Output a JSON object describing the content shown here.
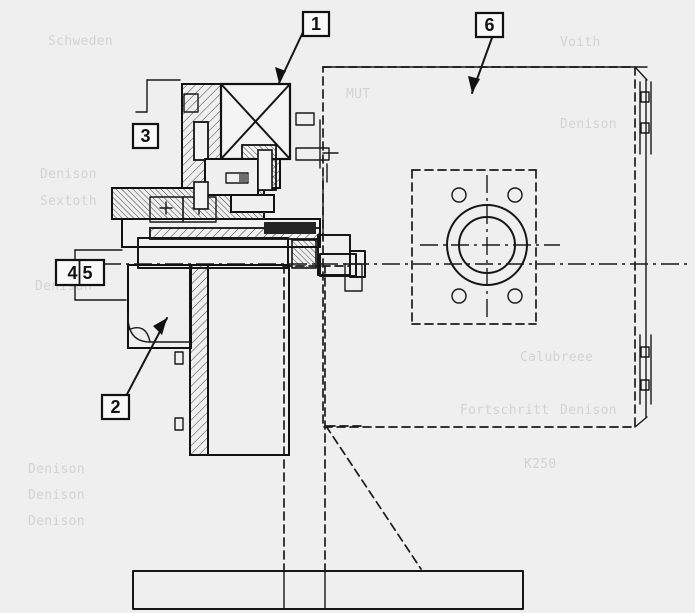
{
  "ghost_text": [
    {
      "key": "t1",
      "text": "Schweden"
    },
    {
      "key": "t2",
      "text": "Voith"
    },
    {
      "key": "t3",
      "text": "MUT"
    },
    {
      "key": "t4",
      "text": "Denison"
    },
    {
      "key": "t5",
      "text": "Denison"
    },
    {
      "key": "t6",
      "text": "Sextoth"
    },
    {
      "key": "t7",
      "text": "Denison"
    },
    {
      "key": "t8",
      "text": "Calubreee"
    },
    {
      "key": "t9",
      "text": "Fortschritt"
    },
    {
      "key": "t10",
      "text": "Denison"
    },
    {
      "key": "t11",
      "text": "K250"
    },
    {
      "key": "t12",
      "text": "Denison"
    },
    {
      "key": "t13",
      "text": "Denison"
    },
    {
      "key": "t14",
      "text": "Denison"
    }
  ],
  "callouts": [
    {
      "key": "c1",
      "label": "1"
    },
    {
      "key": "c2",
      "label": "2"
    },
    {
      "key": "c3",
      "label": "3"
    },
    {
      "key": "c45",
      "label": "4 5"
    },
    {
      "key": "c6",
      "label": "6"
    }
  ]
}
